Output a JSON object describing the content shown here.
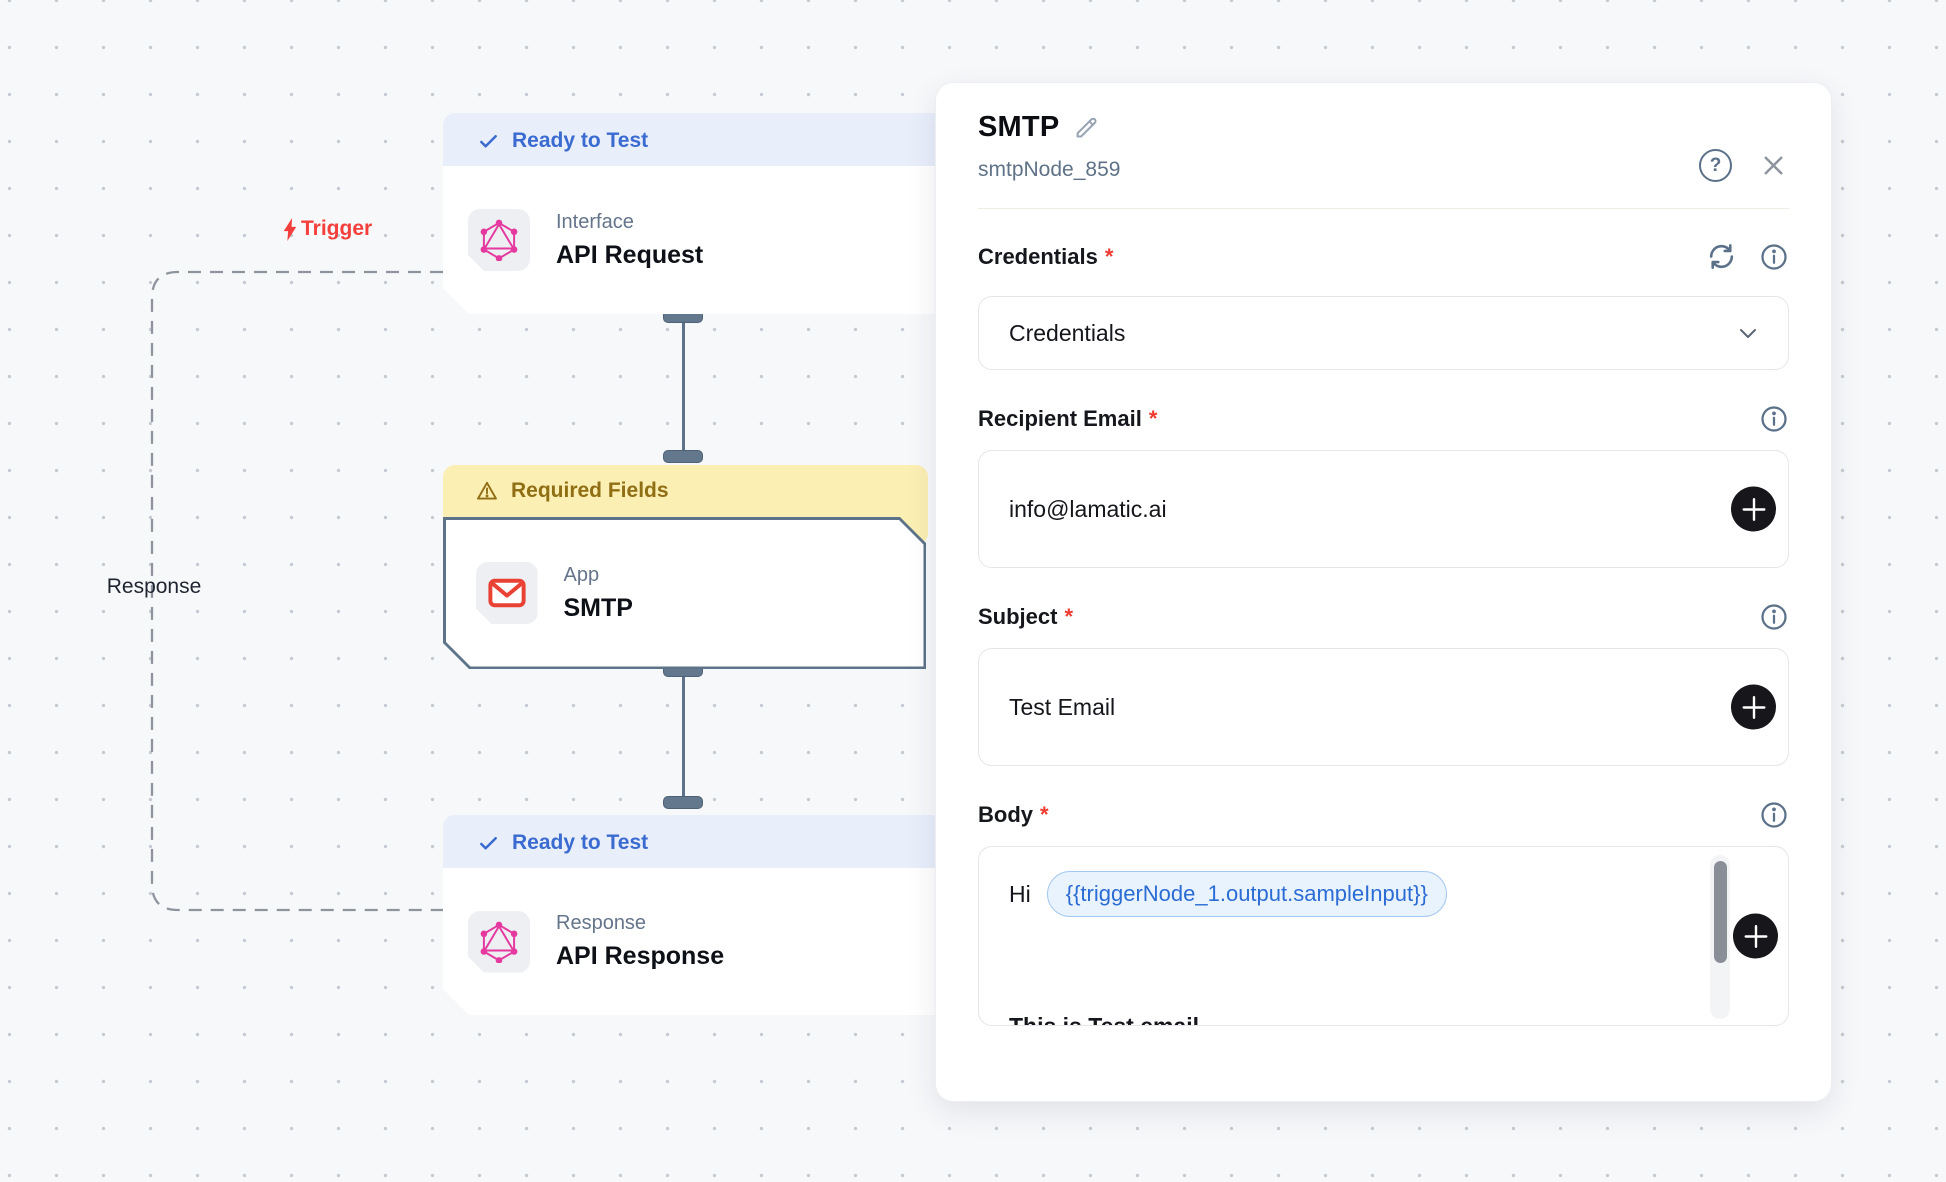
{
  "canvas": {
    "trigger_label": "Trigger",
    "response_label": "Response",
    "nodes": [
      {
        "badge_label": "Ready to Test",
        "category": "Interface",
        "title": "API Request"
      },
      {
        "badge_label": "Required Fields",
        "category": "App",
        "title": "SMTP"
      },
      {
        "badge_label": "Ready to Test",
        "category": "Response",
        "title": "API Response"
      }
    ]
  },
  "panel": {
    "title": "SMTP",
    "subtitle": "smtpNode_859",
    "required_marker": "*",
    "help_glyph": "?",
    "fields": {
      "credentials": {
        "label": "Credentials",
        "value": "Credentials"
      },
      "recipient_email": {
        "label": "Recipient Email",
        "value": "info@lamatic.ai"
      },
      "subject": {
        "label": "Subject",
        "value": "Test Email"
      },
      "body": {
        "label": "Body",
        "text_prefix": "Hi",
        "token": "{{triggerNode_1.output.sampleInput}}",
        "text_line2": "This is Test email"
      }
    }
  },
  "colors": {
    "accent_blue": "#3a6bd0",
    "warning_text": "#8f6e14",
    "trigger_red": "#f4403c",
    "graphql_pink": "#e5399f",
    "email_red": "#e94235",
    "slate": "#5d7389",
    "token_text": "#2b6cd4"
  }
}
